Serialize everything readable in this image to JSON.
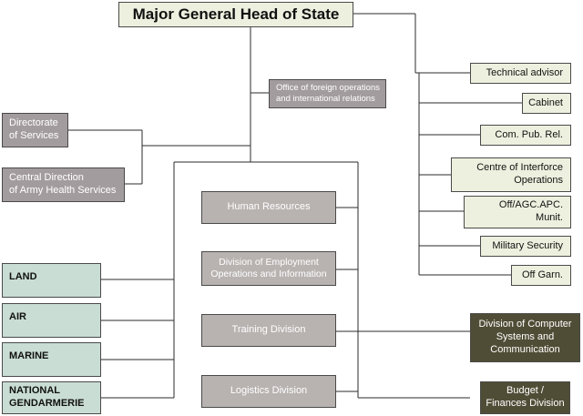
{
  "head": {
    "title": "Major General Head of State"
  },
  "staff": [
    {
      "id": "technical-advisor",
      "label": "Technical advisor"
    },
    {
      "id": "cabinet",
      "label": "Cabinet"
    },
    {
      "id": "com-pub-rel",
      "label": "Com. Pub. Rel."
    },
    {
      "id": "centre-interforce",
      "label": "Centre of Interforce\nOperations"
    },
    {
      "id": "off-agc-apc",
      "label": "Off/AGC.APC.\nMunit."
    },
    {
      "id": "military-security",
      "label": "Military Security"
    },
    {
      "id": "off-garn",
      "label": "Off Garn."
    }
  ],
  "foreign_office": {
    "label": "Office of foreign operations\nand international relations"
  },
  "services": [
    {
      "id": "directorate-services",
      "label": "Directorate\nof Services"
    },
    {
      "id": "central-health",
      "label": "Central Direction\nof Army Health Services"
    }
  ],
  "divisions": [
    {
      "id": "human-resources",
      "label": "Human Resources"
    },
    {
      "id": "employment-operations",
      "label": "Division of Employment\nOperations and Information"
    },
    {
      "id": "training",
      "label": "Training Division"
    },
    {
      "id": "logistics",
      "label": "Logistics Division"
    }
  ],
  "forces": [
    {
      "id": "land",
      "label": "LAND"
    },
    {
      "id": "air",
      "label": "AIR"
    },
    {
      "id": "marine",
      "label": "MARINE"
    },
    {
      "id": "gendarmerie",
      "label": "NATIONAL\nGENDARMERIE"
    }
  ],
  "special": [
    {
      "id": "computer-systems",
      "label": "Division of Computer\nSystems and\nCommunication"
    },
    {
      "id": "budget-finances",
      "label": "Budget /\nFinances Division"
    }
  ]
}
